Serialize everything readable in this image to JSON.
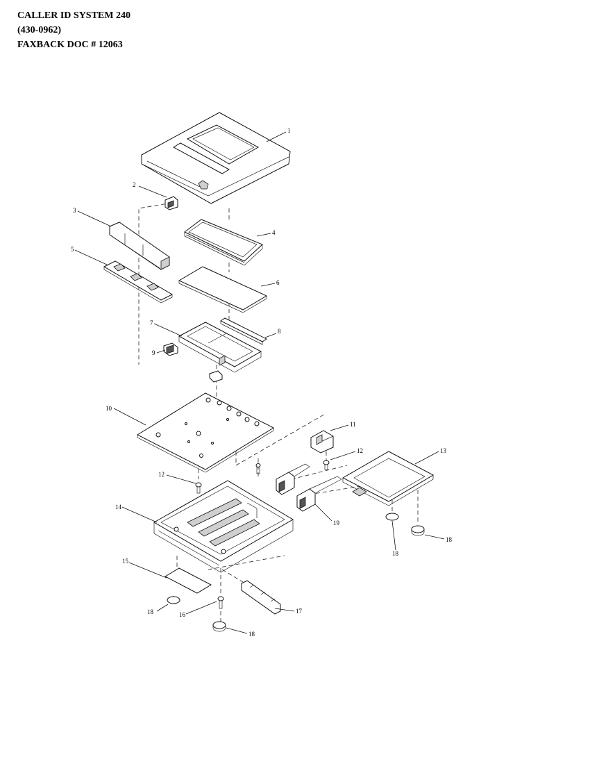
{
  "header": {
    "line1": "CALLER ID SYSTEM 240",
    "line2": "(430-0962)",
    "line3": "FAXBACK DOC # 12063"
  },
  "callouts": [
    "1",
    "2",
    "3",
    "4",
    "5",
    "6",
    "7",
    "8",
    "9",
    "10",
    "11",
    "12",
    "12",
    "13",
    "14",
    "15",
    "16",
    "17",
    "18",
    "18",
    "18",
    "18",
    "19"
  ]
}
